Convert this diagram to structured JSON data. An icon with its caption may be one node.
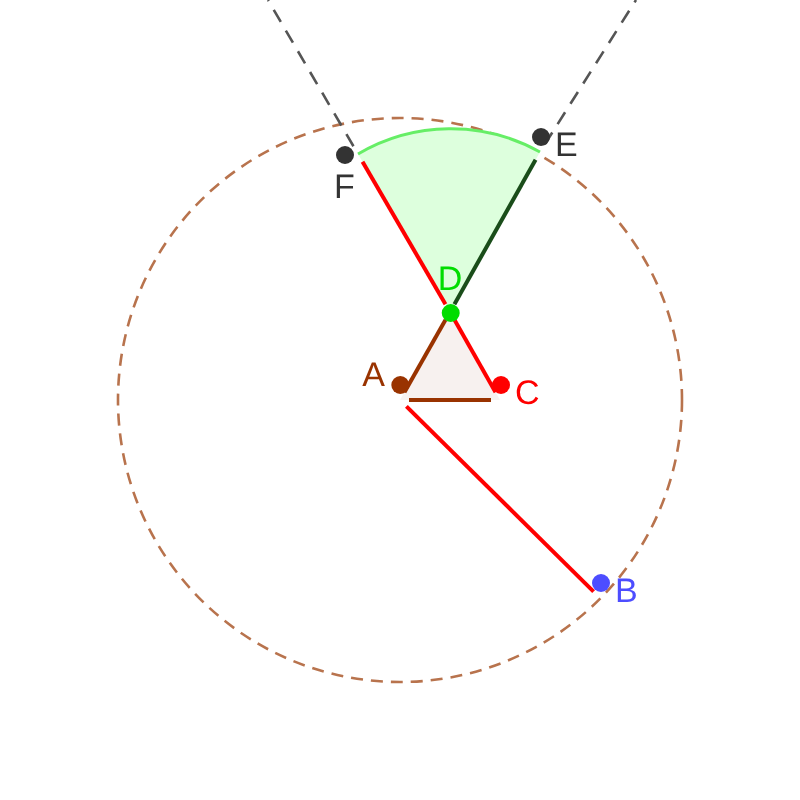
{
  "diagram": {
    "nodes": [
      {
        "text": [
          "F"
        ]
      },
      {
        "text": [
          "E"
        ]
      },
      {
        "text": [
          "D"
        ]
      },
      {
        "text": [
          "A"
        ]
      },
      {
        "text": [
          "C"
        ]
      },
      {
        "text": [
          "B"
        ]
      }
    ],
    "edges": [
      {
        "from": 3,
        "to": 5,
        "arrow": "none",
        "color": "#ff0000"
      },
      {
        "from": 3,
        "to": 4,
        "arrow": "none",
        "color": "#993300"
      },
      {
        "from": 3,
        "to": 2,
        "arrow": "none",
        "color": "#993300"
      },
      {
        "from": 4,
        "to": 2,
        "arrow": "none",
        "color": "#ff0000"
      },
      {
        "from": 2,
        "to": 0,
        "arrow": "none",
        "color": "#ff0000"
      },
      {
        "from": 2,
        "to": 1,
        "arrow": "none",
        "color": "#1a4d1a"
      },
      {
        "from": 0,
        "to": null,
        "arrow": "none",
        "style": "dashed",
        "color": "#555555"
      },
      {
        "from": 1,
        "to": null,
        "arrow": "none",
        "style": "dashed",
        "color": "#555555"
      }
    ]
  }
}
